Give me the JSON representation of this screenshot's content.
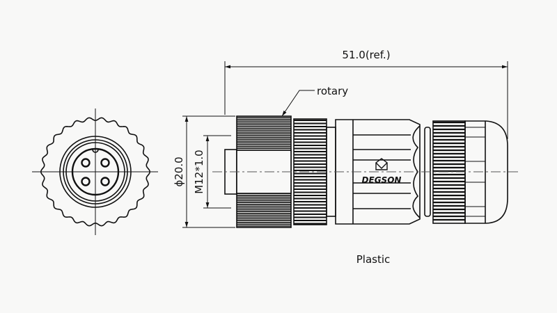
{
  "drawing": {
    "overall_length_label": "51.0(ref.)",
    "diameter_label": "ϕ20.0",
    "thread_label": "M12*1.0",
    "callout_label": "rotary",
    "material_label": "Plastic",
    "brand_logo_text": "DEGSON"
  }
}
